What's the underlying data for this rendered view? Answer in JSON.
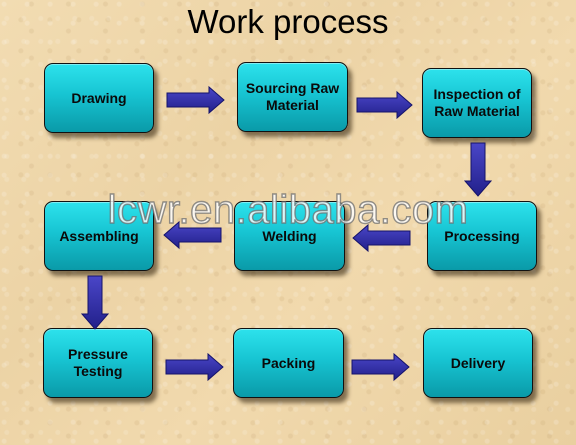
{
  "title": "Work process",
  "watermark": "lcwr.en.alibaba.com",
  "colors": {
    "box": "#17c4d2",
    "arrow": "#2e2aa6",
    "background": "#eed6a8"
  },
  "steps": [
    {
      "id": "drawing",
      "label": "Drawing"
    },
    {
      "id": "sourcing",
      "label": "Sourcing Raw\nMaterial"
    },
    {
      "id": "inspection",
      "label": "Inspection of\nRaw Material"
    },
    {
      "id": "processing",
      "label": "Processing"
    },
    {
      "id": "welding",
      "label": "Welding"
    },
    {
      "id": "assembling",
      "label": "Assembling"
    },
    {
      "id": "pressure",
      "label": "Pressure\nTesting"
    },
    {
      "id": "packing",
      "label": "Packing"
    },
    {
      "id": "delivery",
      "label": "Delivery"
    }
  ],
  "flow": [
    {
      "from": "drawing",
      "to": "sourcing"
    },
    {
      "from": "sourcing",
      "to": "inspection"
    },
    {
      "from": "inspection",
      "to": "processing"
    },
    {
      "from": "processing",
      "to": "welding"
    },
    {
      "from": "welding",
      "to": "assembling"
    },
    {
      "from": "assembling",
      "to": "pressure"
    },
    {
      "from": "pressure",
      "to": "packing"
    },
    {
      "from": "packing",
      "to": "delivery"
    }
  ]
}
